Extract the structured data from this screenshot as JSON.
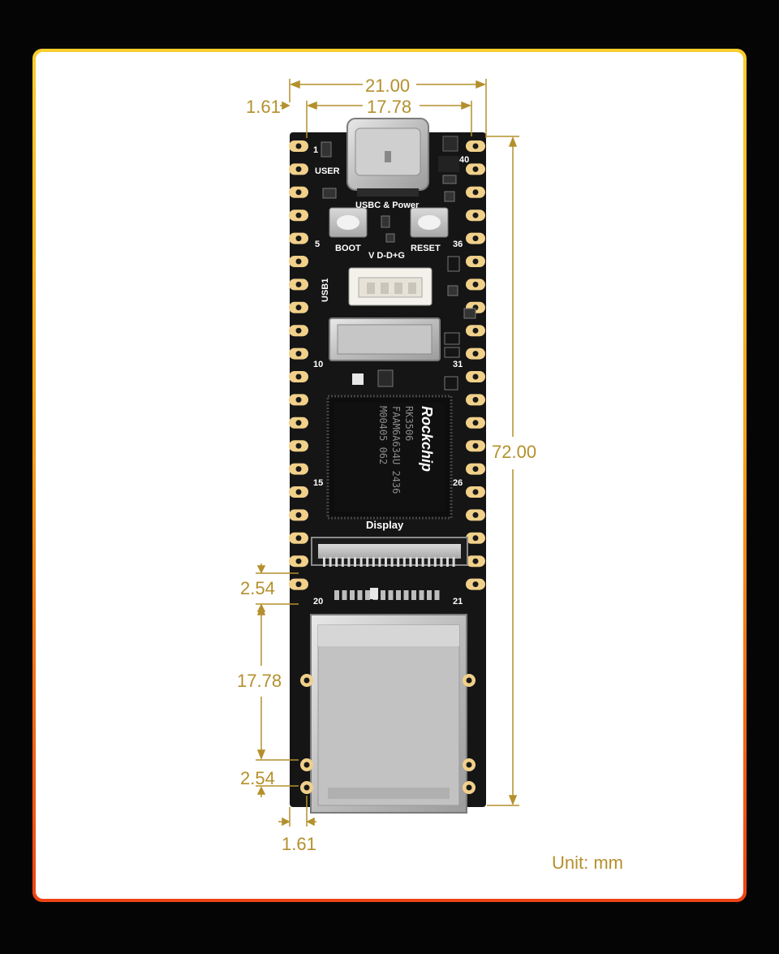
{
  "colors": {
    "accent": "#b4902c",
    "board": "#151515",
    "pad": "#f1d08a",
    "frame_top": "#f7cd2c",
    "frame_bottom": "#ee4416"
  },
  "dimensions": {
    "top_width": "21.00",
    "pin_span": "17.78",
    "left_offset_top": "1.61",
    "board_length": "72.00",
    "pin_pitch": "2.54",
    "eth_span": "17.78",
    "bottom_pitch": "2.54",
    "left_offset_bottom": "1.61"
  },
  "unit_label": "Unit: mm",
  "silkscreen": {
    "usb_c": "USBC & Power",
    "user": "USER",
    "boot": "BOOT",
    "reset": "RESET",
    "vdg": "V D-D+G",
    "usb1": "USB1",
    "display": "Display",
    "pin_1": "1",
    "pin_5": "5",
    "pin_10": "10",
    "pin_15": "15",
    "pin_20": "20",
    "pin_21": "21",
    "pin_26": "26",
    "pin_31": "31",
    "pin_36": "36",
    "pin_40": "40"
  },
  "chip": {
    "brand": "Rockchip",
    "line1": "RK3506",
    "line2": "FAAM6A634U 2436",
    "line3": "M00405 062"
  }
}
